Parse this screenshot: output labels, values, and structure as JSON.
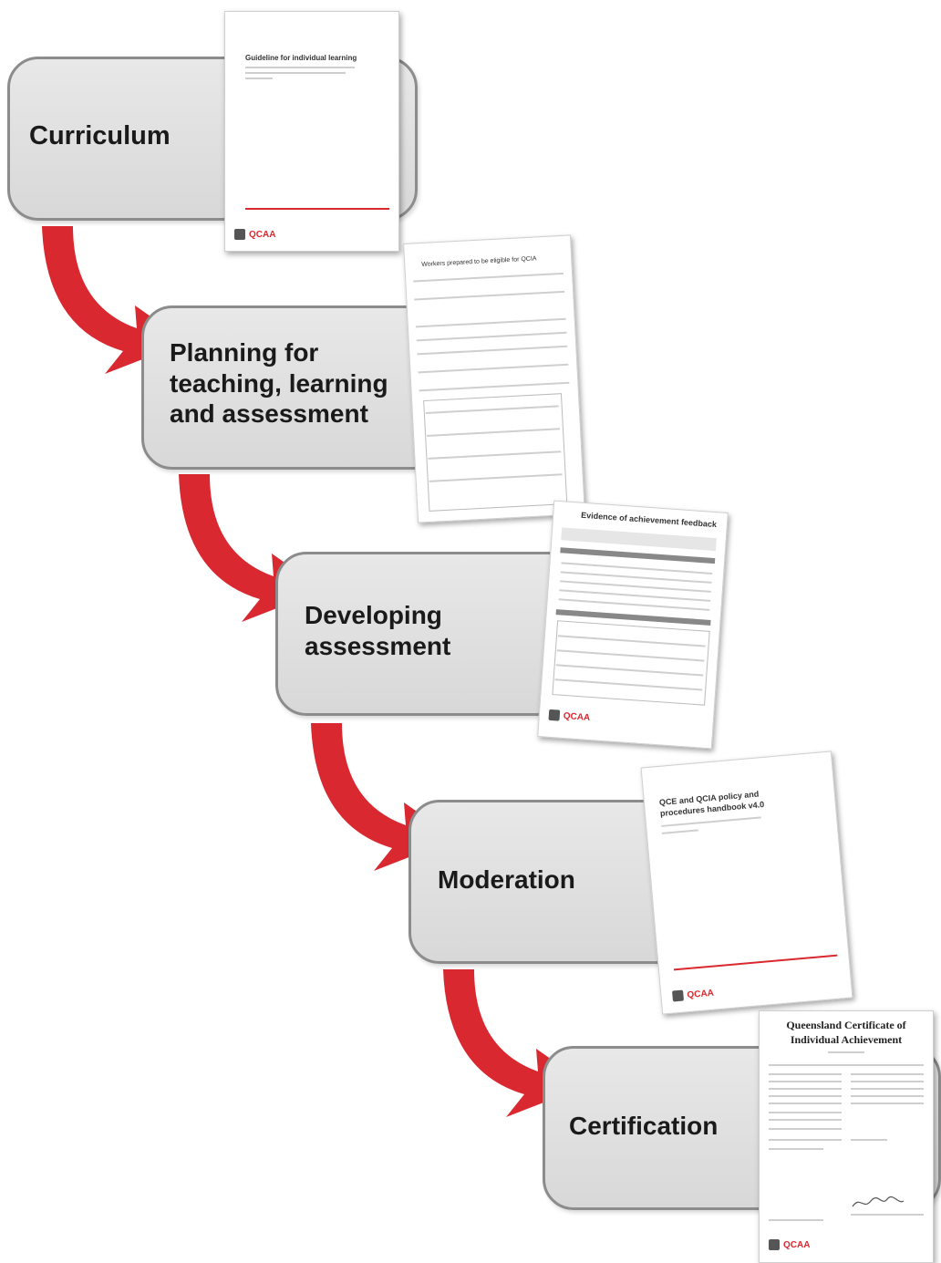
{
  "stages": [
    {
      "label_lines": [
        "Curriculum"
      ]
    },
    {
      "label_lines": [
        "Planning for",
        "teaching, learning",
        "and assessment"
      ]
    },
    {
      "label_lines": [
        "Developing",
        "assessment"
      ]
    },
    {
      "label_lines": [
        "Moderation"
      ]
    },
    {
      "label_lines": [
        "Certification"
      ]
    }
  ],
  "documents": {
    "guideline_title": "Guideline for individual learning",
    "workers_title": "Workers prepared to be eligible for QCIA",
    "evidence_title": "Evidence of achievement feedback",
    "policy_title": "QCE and QCIA policy and procedures handbook v4.0",
    "certificate_title_1": "Queensland Certificate of",
    "certificate_title_2": "Individual Achievement",
    "logo_text": "QCAA"
  },
  "colors": {
    "arrow_red": "#d9282f",
    "box_fill": "#e0e0e0",
    "box_border": "#8c8c8c",
    "accent_red": "#d9282f"
  }
}
